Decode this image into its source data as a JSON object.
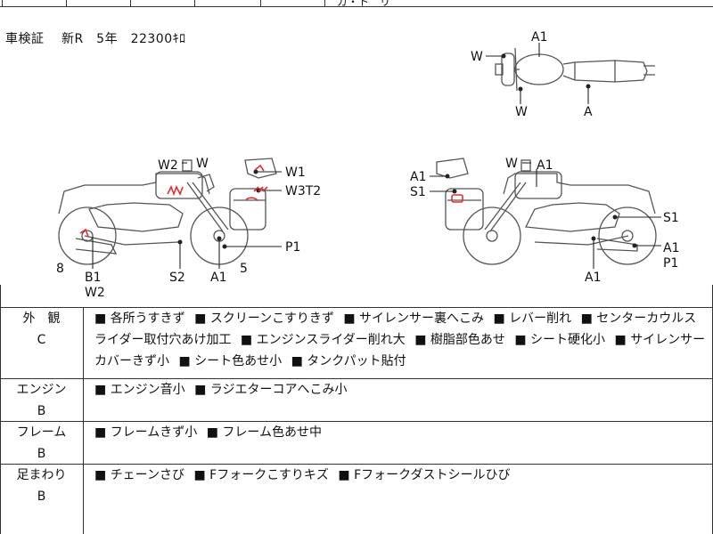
{
  "top_glyph": "ガ・ト　リ",
  "registration": "車検証　 新R　5年　22300ｷﾛ",
  "diagram_labels": {
    "top_view": {
      "a1": "A1",
      "w_left": "W",
      "w_bottom": "W",
      "a": "A"
    },
    "left_view": {
      "w2": "W2",
      "w": "W",
      "w1": "W1",
      "w3t2": "W3T2",
      "p1": "P1",
      "n8": "8",
      "b1": "B1",
      "w2b": "W2",
      "s2": "S2",
      "a1": "A1",
      "n5": "5"
    },
    "right_view": {
      "a1_left": "A1",
      "s1_left": "S1",
      "w": "W",
      "a1_top": "A1",
      "s1_right": "S1",
      "a1_right": "A1",
      "p1": "P1",
      "a1_bottom": "A1"
    }
  },
  "sections": [
    {
      "label": "外　観",
      "grade": "C",
      "items": [
        "各所うすきず",
        "スクリーンこすりきず",
        "サイレンサー裏へこみ",
        "レバー削れ",
        "センターカウルスライダー取付穴あけ加工",
        "エンジンスライダー削れ大",
        "樹脂部色あせ",
        "シート硬化小",
        "サイレンサーカバーきず小",
        "シート色あせ小",
        "タンクパット貼付"
      ]
    },
    {
      "label": "エンジン",
      "grade": "B",
      "items": [
        "エンジン音小",
        "ラジエターコアへこみ小"
      ]
    },
    {
      "label": "フレーム",
      "grade": "B",
      "items": [
        "フレームきず小",
        "フレーム色あせ中"
      ]
    },
    {
      "label": "足まわり",
      "grade": "B",
      "items": [
        "チェーンさび",
        "Fフォークこすりキズ",
        "Fフォークダストシールひび"
      ]
    }
  ]
}
